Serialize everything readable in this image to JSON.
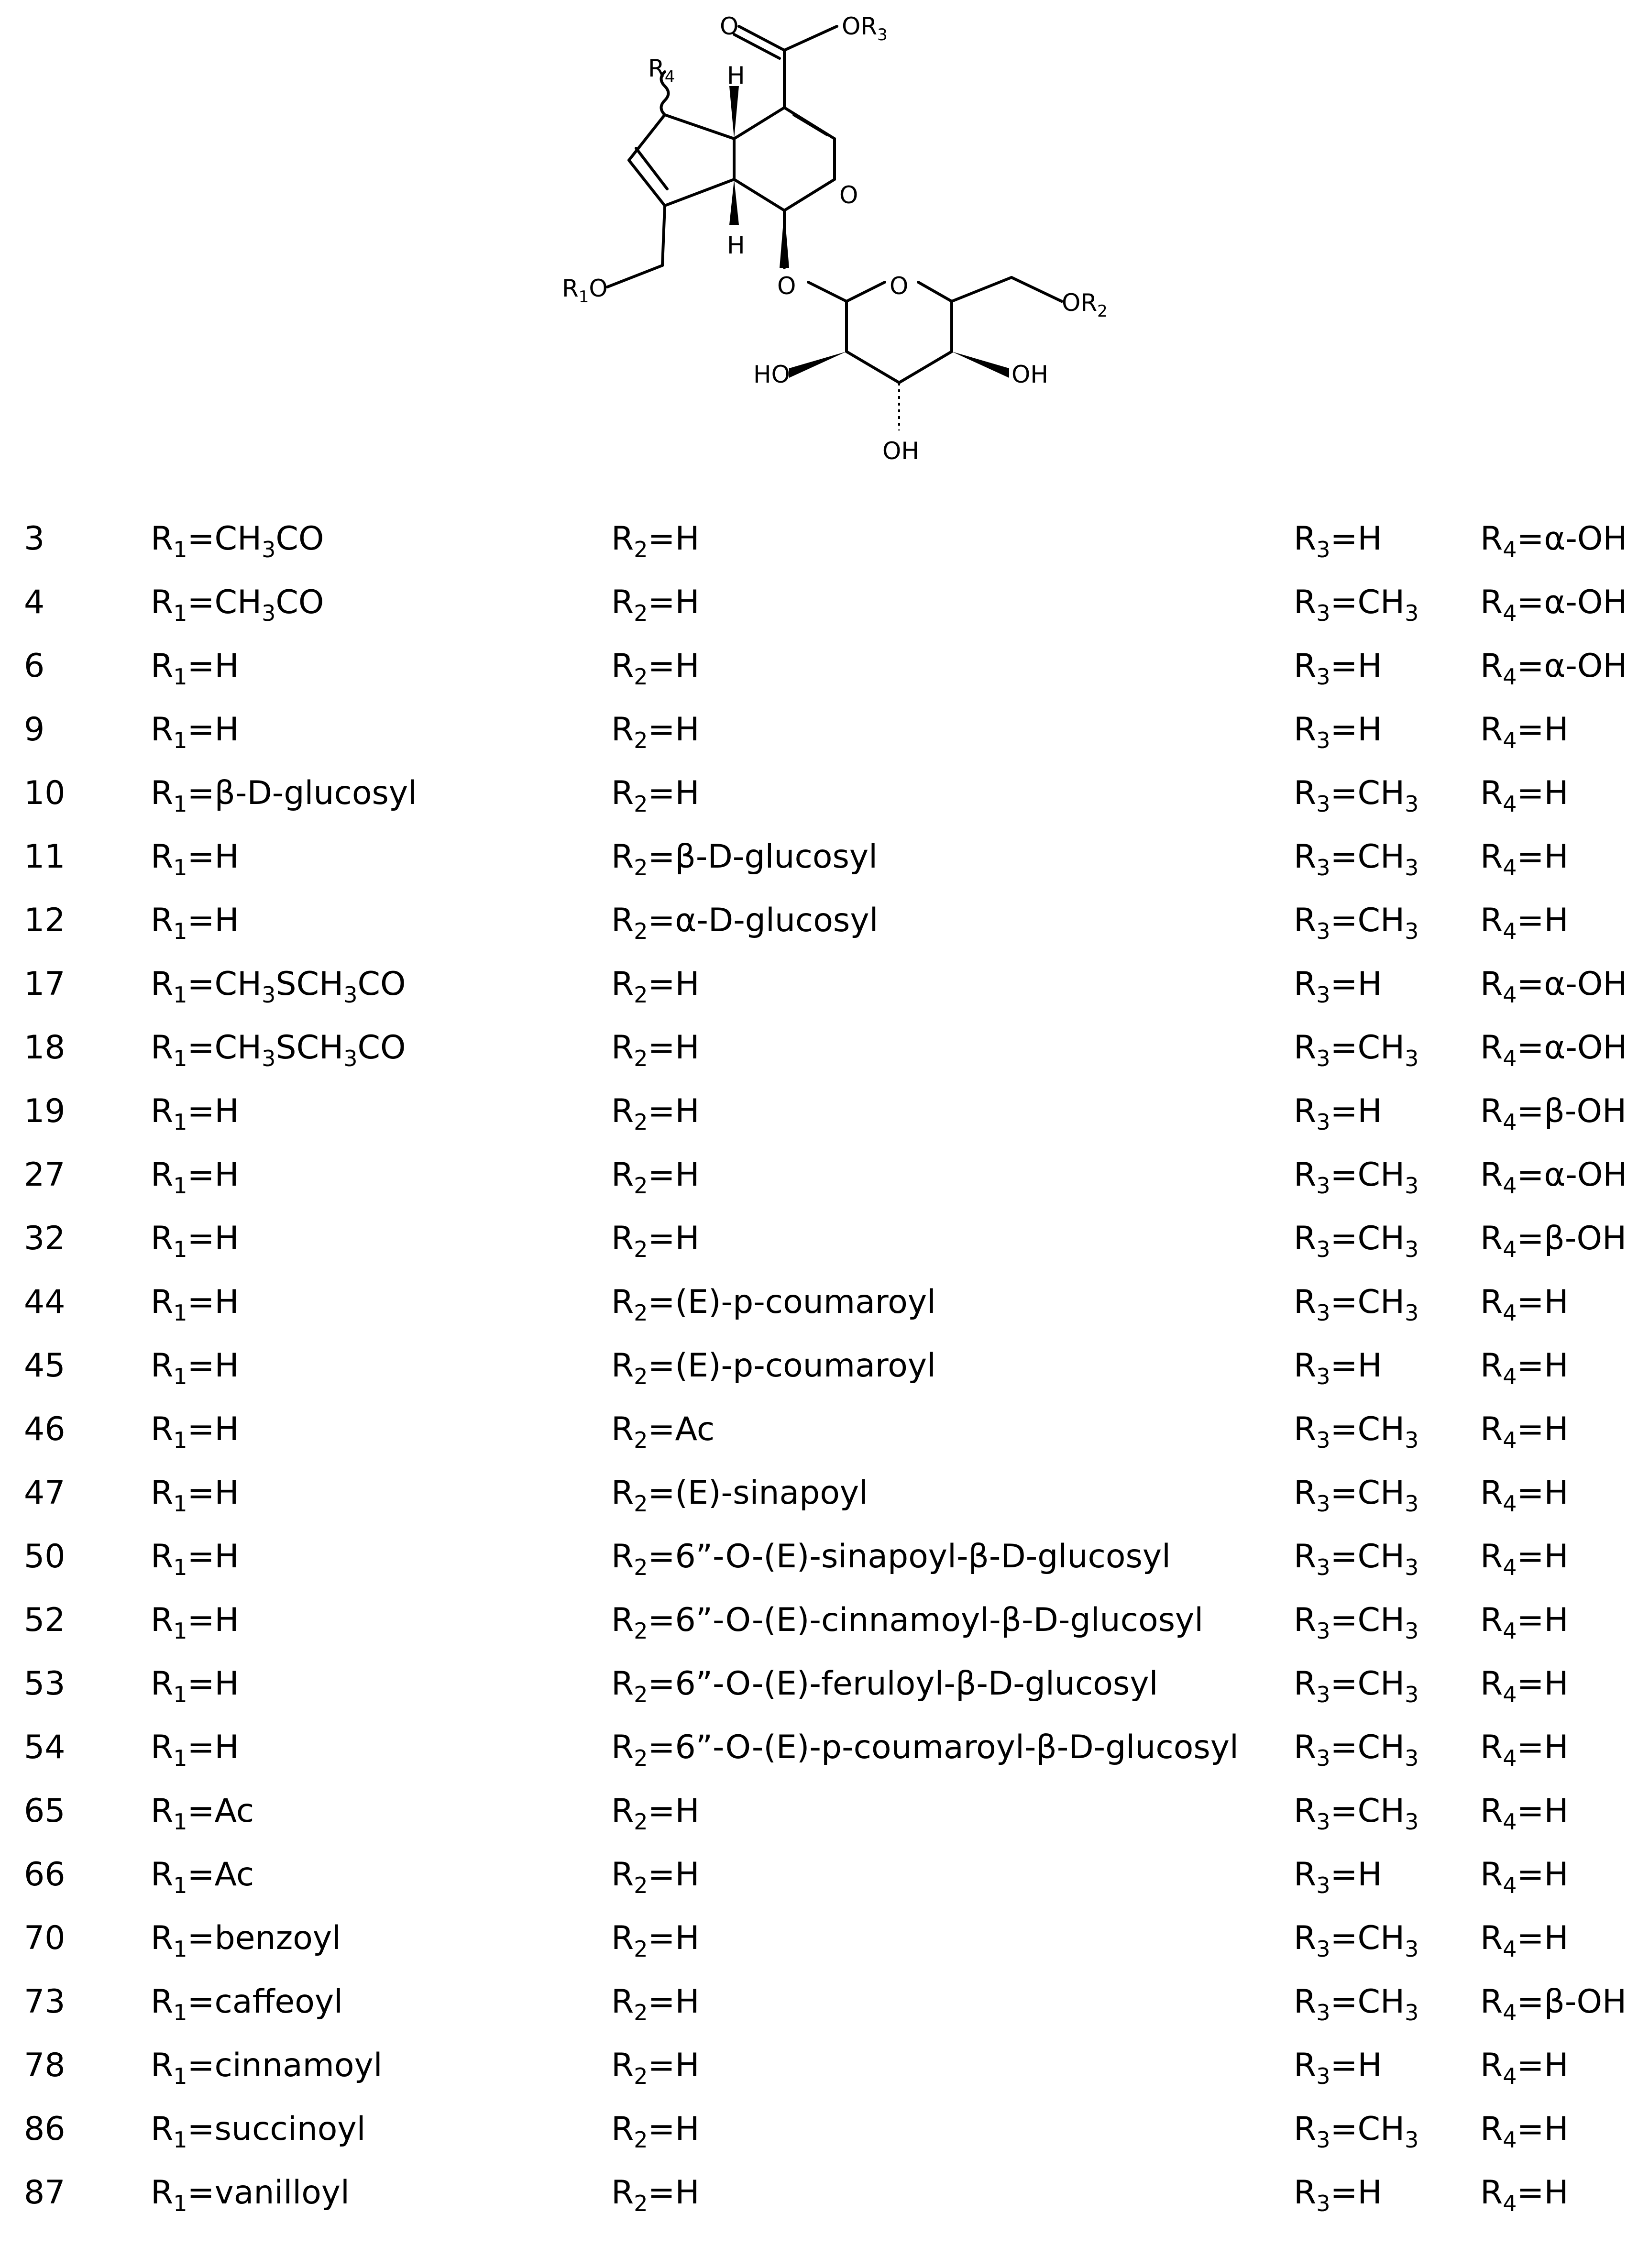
{
  "structure": {
    "labels": {
      "carbonyl_o": "O",
      "or3": "OR",
      "or3_sub": "3",
      "r4": "R",
      "r4_sub": "4",
      "h_top": "H",
      "h_bottom": "H",
      "ring_o": "O",
      "r1o": "R",
      "r1o_sub": "1",
      "r1o_o": "O",
      "glyco_o": "O",
      "sugar_ring_o": "O",
      "or2": "OR",
      "or2_sub": "2",
      "ho_left": "HO",
      "oh_right": "OH",
      "oh_bottom": "OH"
    }
  },
  "table": {
    "rows": [
      {
        "num": "3",
        "r1": "CH3CO",
        "r2": "H",
        "r3": "H",
        "r4": "α-OH"
      },
      {
        "num": "4",
        "r1": "CH3CO",
        "r2": "H",
        "r3": "CH3",
        "r4": "α-OH"
      },
      {
        "num": "6",
        "r1": "H",
        "r2": "H",
        "r3": "H",
        "r4": "α-OH"
      },
      {
        "num": "9",
        "r1": "H",
        "r2": "H",
        "r3": "H",
        "r4": "H"
      },
      {
        "num": "10",
        "r1": "β-D-glucosyl",
        "r2": "H",
        "r3": "CH3",
        "r4": "H"
      },
      {
        "num": "11",
        "r1": "H",
        "r2": "β-D-glucosyl",
        "r3": "CH3",
        "r4": "H"
      },
      {
        "num": "12",
        "r1": "H",
        "r2": "α-D-glucosyl",
        "r3": "CH3",
        "r4": "H"
      },
      {
        "num": "17",
        "r1": "CH3SCH3CO",
        "r2": "H",
        "r3": "H",
        "r4": "α-OH"
      },
      {
        "num": "18",
        "r1": "CH3SCH3CO",
        "r2": "H",
        "r3": "CH3",
        "r4": "α-OH"
      },
      {
        "num": "19",
        "r1": "H",
        "r2": "H",
        "r3": "H",
        "r4": "β-OH"
      },
      {
        "num": "27",
        "r1": "H",
        "r2": "H",
        "r3": "CH3",
        "r4": "α-OH"
      },
      {
        "num": "32",
        "r1": "H",
        "r2": "H",
        "r3": "CH3",
        "r4": "β-OH"
      },
      {
        "num": "44",
        "r1": "H",
        "r2": "(E)-p-coumaroyl",
        "r3": "CH3",
        "r4": "H"
      },
      {
        "num": "45",
        "r1": "H",
        "r2": "(E)-p-coumaroyl",
        "r3": "H",
        "r4": "H"
      },
      {
        "num": "46",
        "r1": "H",
        "r2": "Ac",
        "r3": "CH3",
        "r4": "H"
      },
      {
        "num": "47",
        "r1": "H",
        "r2": "(E)-sinapoyl",
        "r3": "CH3",
        "r4": "H"
      },
      {
        "num": "50",
        "r1": "H",
        "r2": "6”-O-(E)-sinapoyl-β-D-glucosyl",
        "r3": "CH3",
        "r4": "H"
      },
      {
        "num": "52",
        "r1": "H",
        "r2": "6”-O-(E)-cinnamoyl-β-D-glucosyl",
        "r3": "CH3",
        "r4": "H"
      },
      {
        "num": "53",
        "r1": "H",
        "r2": "6”-O-(E)-feruloyl-β-D-glucosyl",
        "r3": "CH3",
        "r4": "H"
      },
      {
        "num": "54",
        "r1": "H",
        "r2": "6”-O-(E)-p-coumaroyl-β-D-glucosyl",
        "r3": "CH3",
        "r4": "H"
      },
      {
        "num": "65",
        "r1": "Ac",
        "r2": "H",
        "r3": "CH3",
        "r4": "H"
      },
      {
        "num": "66",
        "r1": "Ac",
        "r2": "H",
        "r3": "H",
        "r4": "H"
      },
      {
        "num": "70",
        "r1": "benzoyl",
        "r2": "H",
        "r3": "CH3",
        "r4": "H"
      },
      {
        "num": "73",
        "r1": "caffeoyl",
        "r2": "H",
        "r3": "CH3",
        "r4": "β-OH"
      },
      {
        "num": "78",
        "r1": "cinnamoyl",
        "r2": "H",
        "r3": "H",
        "r4": "H"
      },
      {
        "num": "86",
        "r1": "succinoyl",
        "r2": "H",
        "r3": "CH3",
        "r4": "H"
      },
      {
        "num": "87",
        "r1": "vanilloyl",
        "r2": "H",
        "r3": "H",
        "r4": "H"
      }
    ]
  }
}
